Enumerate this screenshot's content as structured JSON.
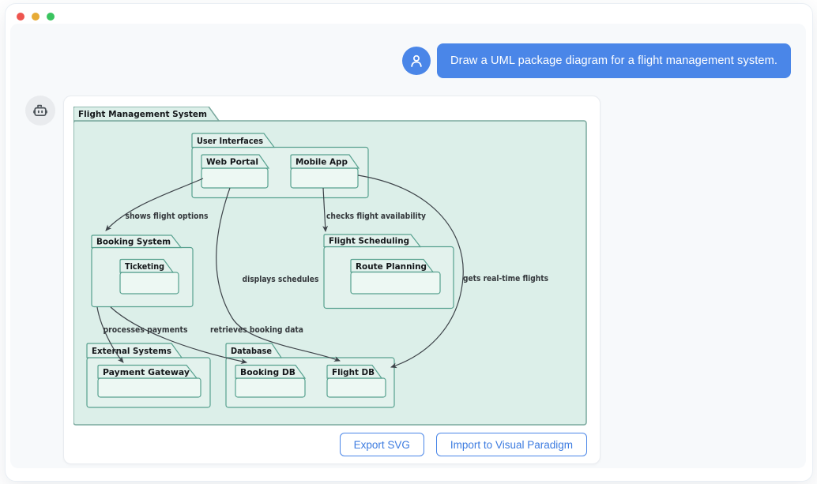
{
  "window": {
    "controls": [
      {
        "name": "close",
        "color": "#ee554f"
      },
      {
        "name": "minimize",
        "color": "#e7ab36"
      },
      {
        "name": "maximize",
        "color": "#3ac45f"
      }
    ]
  },
  "chat": {
    "user_message": "Draw a UML package diagram for a flight management system.",
    "user_avatar_icon": "person-icon",
    "assistant_avatar_icon": "robot-icon"
  },
  "diagram": {
    "type": "uml-package-diagram",
    "nodes": {
      "fms": "Flight Management System",
      "user_interfaces": "User Interfaces",
      "web_portal": "Web Portal",
      "mobile_app": "Mobile App",
      "booking_system": "Booking System",
      "ticketing": "Ticketing",
      "flight_scheduling": "Flight Scheduling",
      "route_planning": "Route Planning",
      "external_systems": "External Systems",
      "payment_gateway": "Payment Gateway",
      "database": "Database",
      "booking_db": "Booking DB",
      "flight_db": "Flight DB"
    },
    "hierarchy": {
      "Flight Management System": {
        "User Interfaces": [
          "Web Portal",
          "Mobile App"
        ],
        "Booking System": [
          "Ticketing"
        ],
        "Flight Scheduling": [
          "Route Planning"
        ],
        "External Systems": [
          "Payment Gateway"
        ],
        "Database": [
          "Booking DB",
          "Flight DB"
        ]
      }
    },
    "edges": [
      {
        "from": "Web Portal",
        "to": "Booking System",
        "label": "shows flight options"
      },
      {
        "from": "Mobile App",
        "to": "Flight Scheduling",
        "label": "checks flight availability"
      },
      {
        "from": "Web Portal",
        "to": "Flight DB",
        "label": "displays schedules"
      },
      {
        "from": "Mobile App",
        "to": "Flight DB",
        "label": "gets real-time flights"
      },
      {
        "from": "Booking System",
        "to": "Payment Gateway",
        "label": "processes payments"
      },
      {
        "from": "Booking System",
        "to": "Booking DB",
        "label": "retrieves booking data"
      }
    ],
    "colors": {
      "package_fill": "#dcefe9",
      "nested_fill": "#e3f2ed",
      "leaf_fill": "#edf8f3",
      "package_stroke": "#57a18f",
      "edge_stroke": "#3d4349"
    }
  },
  "actions": {
    "export_svg_label": "Export SVG",
    "import_vp_label": "Import to Visual Paradigm"
  },
  "colors": {
    "accent_blue": "#4a86e8",
    "panel_bg": "#f7f9fb",
    "avatar_gray": "#e9ebee"
  }
}
